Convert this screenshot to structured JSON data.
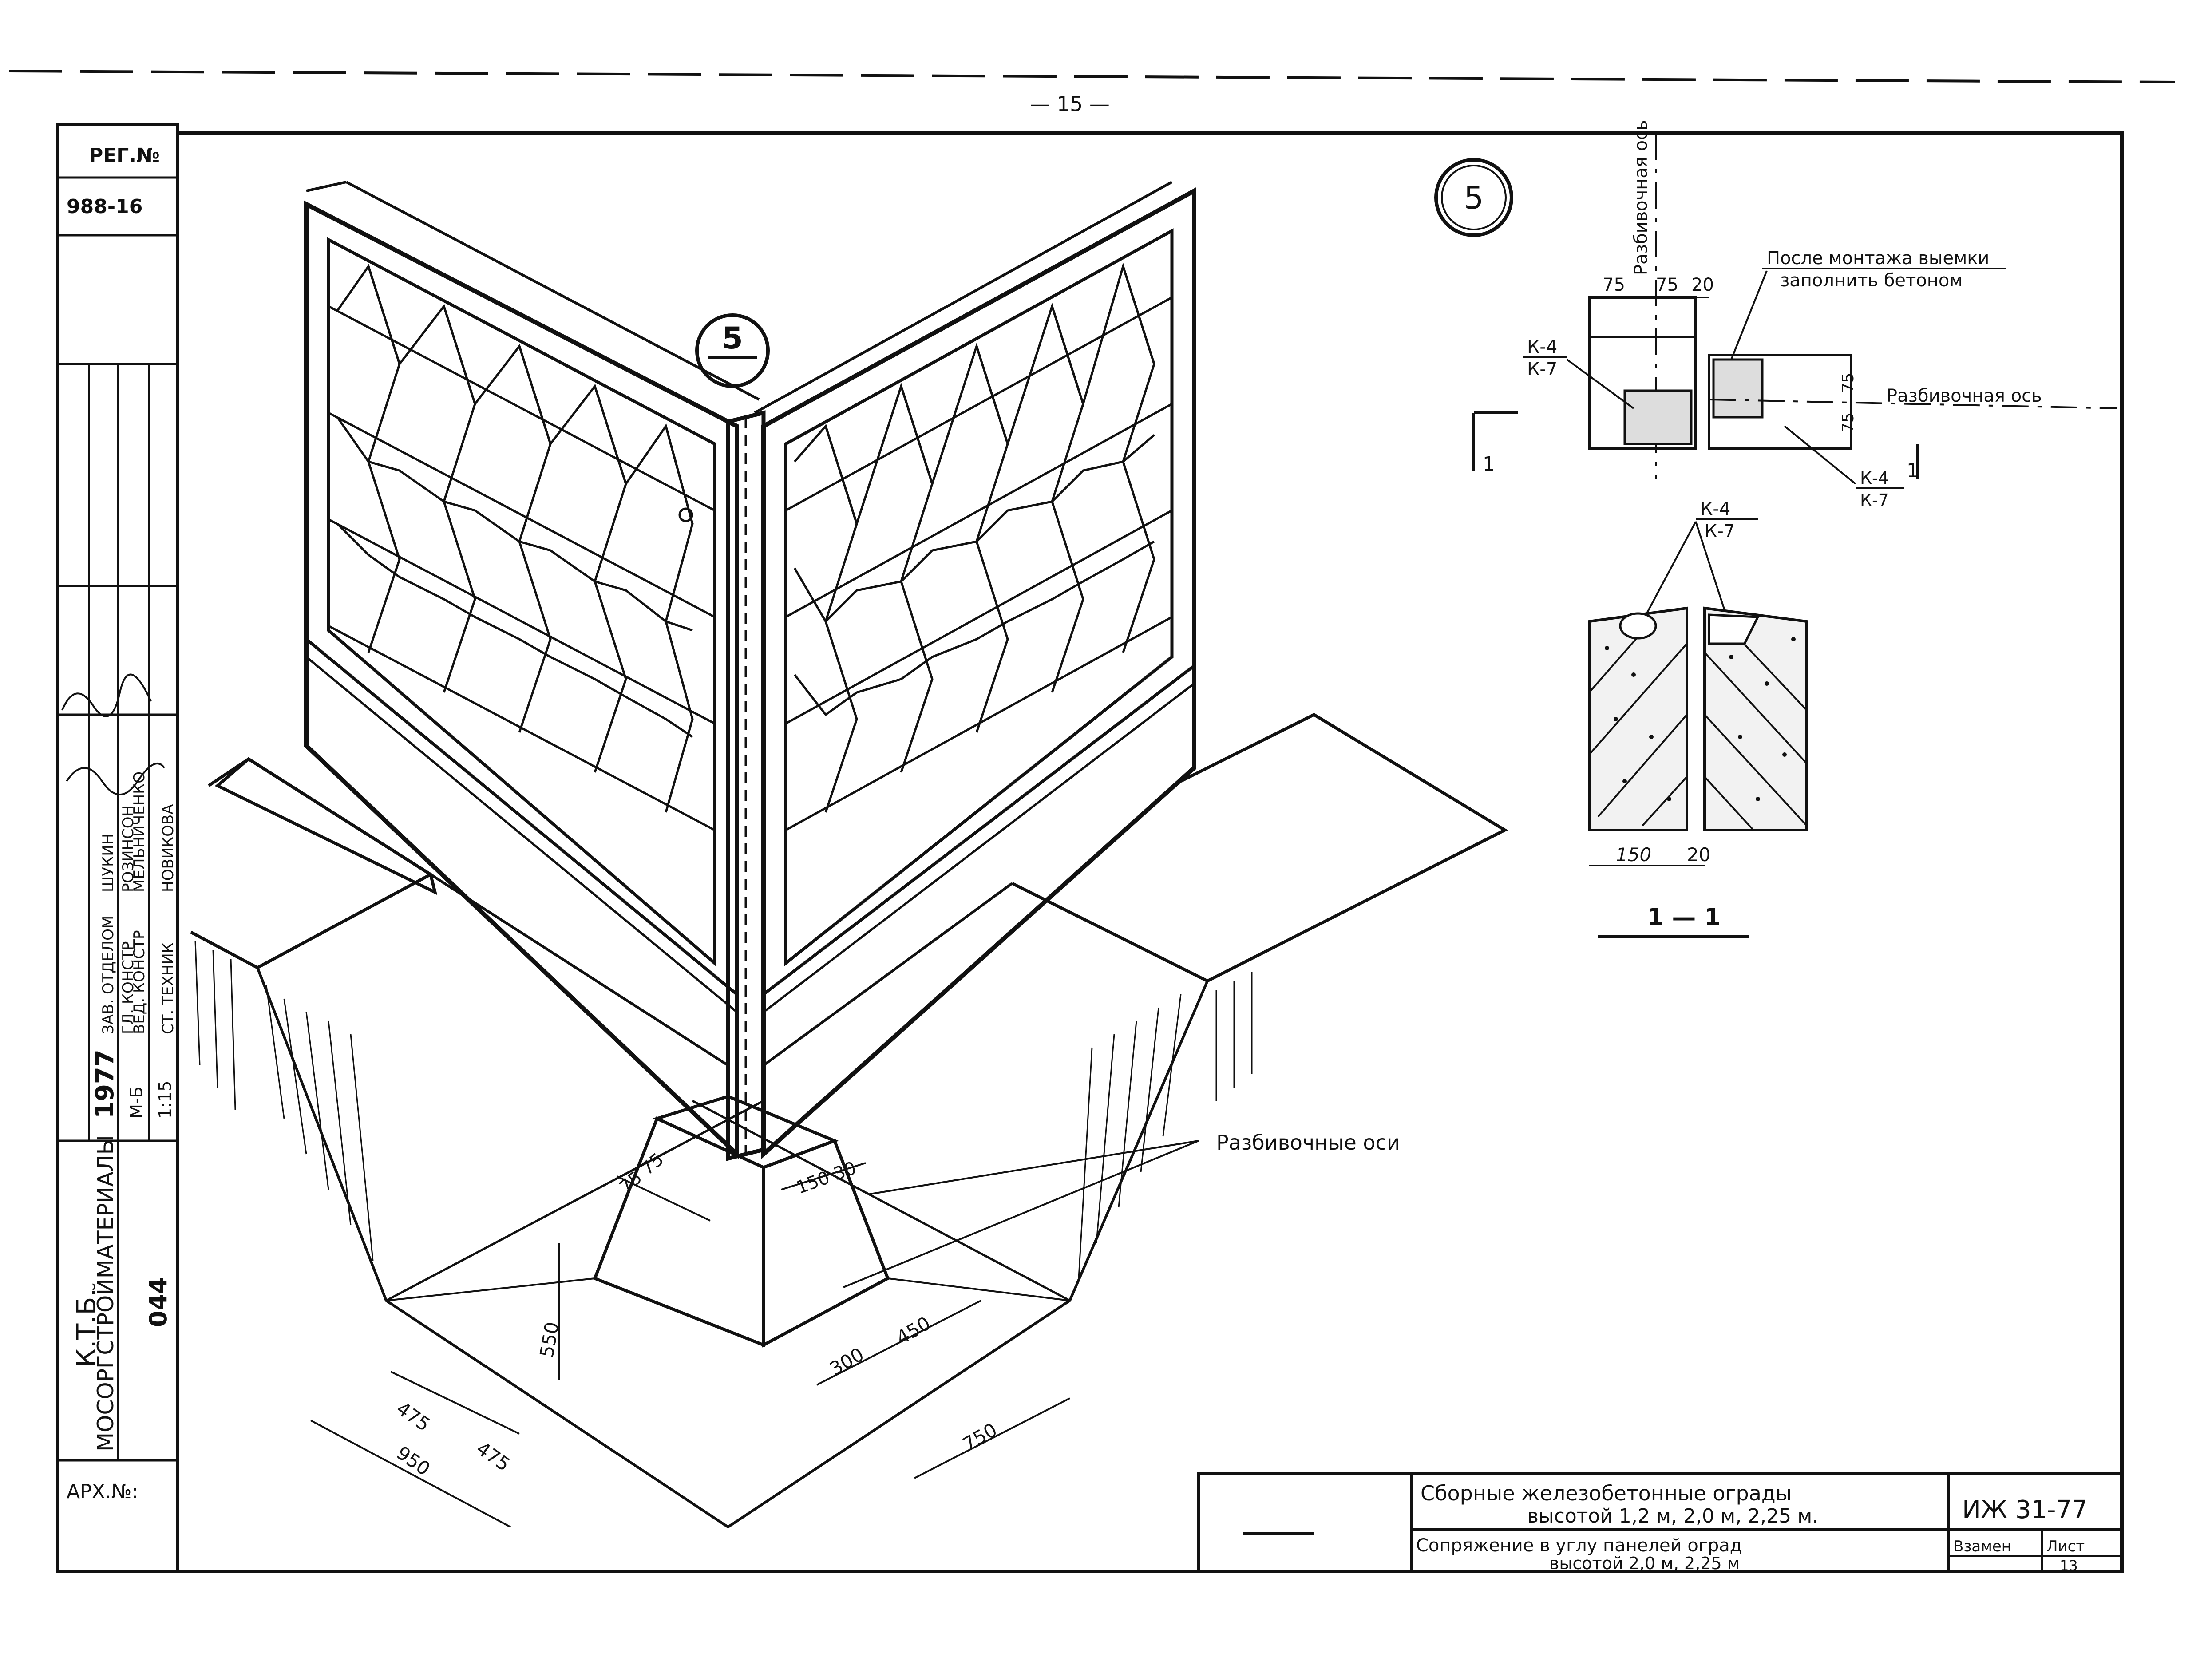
{
  "page_number": "— 15 —",
  "side_stamp": {
    "reg_label": "РЕГ.№",
    "reg_number": "988-16",
    "arch_label": "АРХ.№:",
    "org_line1": "К.Т.Б.",
    "org_line2": "МОСОРГСТРОЙМАТЕРИАЛЫ",
    "sheet_code": "044",
    "year": "1977",
    "scale_sheet": "М-Б",
    "scale_ratio": "1:15",
    "roles": [
      "ЗАВ. ОТДЕЛОМ",
      "ГЛ. КОНСТР",
      "ВЕД. КОНСТР",
      "СТ. ТЕХНИК"
    ],
    "names": [
      "ШУКИН",
      "РОЗИНСОН",
      "МЕЛЬНИЧЕНКО",
      "НОВИКОВА"
    ]
  },
  "main_view": {
    "section_mark": "5",
    "setting_out_axes_label": "Разбивочные оси",
    "dimensions": {
      "d_75_75": "75 75",
      "d_150_30": "150 30",
      "d_550": "550",
      "d_475_a": "475",
      "d_475_b": "475",
      "d_950": "950",
      "d_300": "300",
      "d_450": "450",
      "d_750": "750"
    }
  },
  "detail_5": {
    "mark": "5",
    "axis_label_vertical": "Разбивочная ось",
    "note_line1": "После монтажа выемки",
    "note_line2": "заполнить бетоном",
    "axis_label_horizontal": "Разбивочная ось",
    "top_dims": [
      "75",
      "75",
      "20"
    ],
    "side_dims": [
      "75",
      "75"
    ],
    "k4": "К-4",
    "k7": "К-7",
    "section_ref": "1"
  },
  "section_1_1": {
    "k4": "К-4",
    "k7": "К-7",
    "dim_150": "150",
    "dim_20": "20",
    "title": "1 — 1"
  },
  "title_block": {
    "title_line1": "Сборные железобетонные ограды",
    "title_line2": "высотой 1,2 м, 2,0 м, 2,25 м.",
    "subtitle_line1": "Сопряжение в углу панелей оград",
    "subtitle_line2": "высотой 2,0 м, 2,25 м",
    "code": "ИЖ 31-77",
    "replaced_label": "Взамен",
    "sheet_label": "Лист",
    "sheet_number": "13"
  }
}
